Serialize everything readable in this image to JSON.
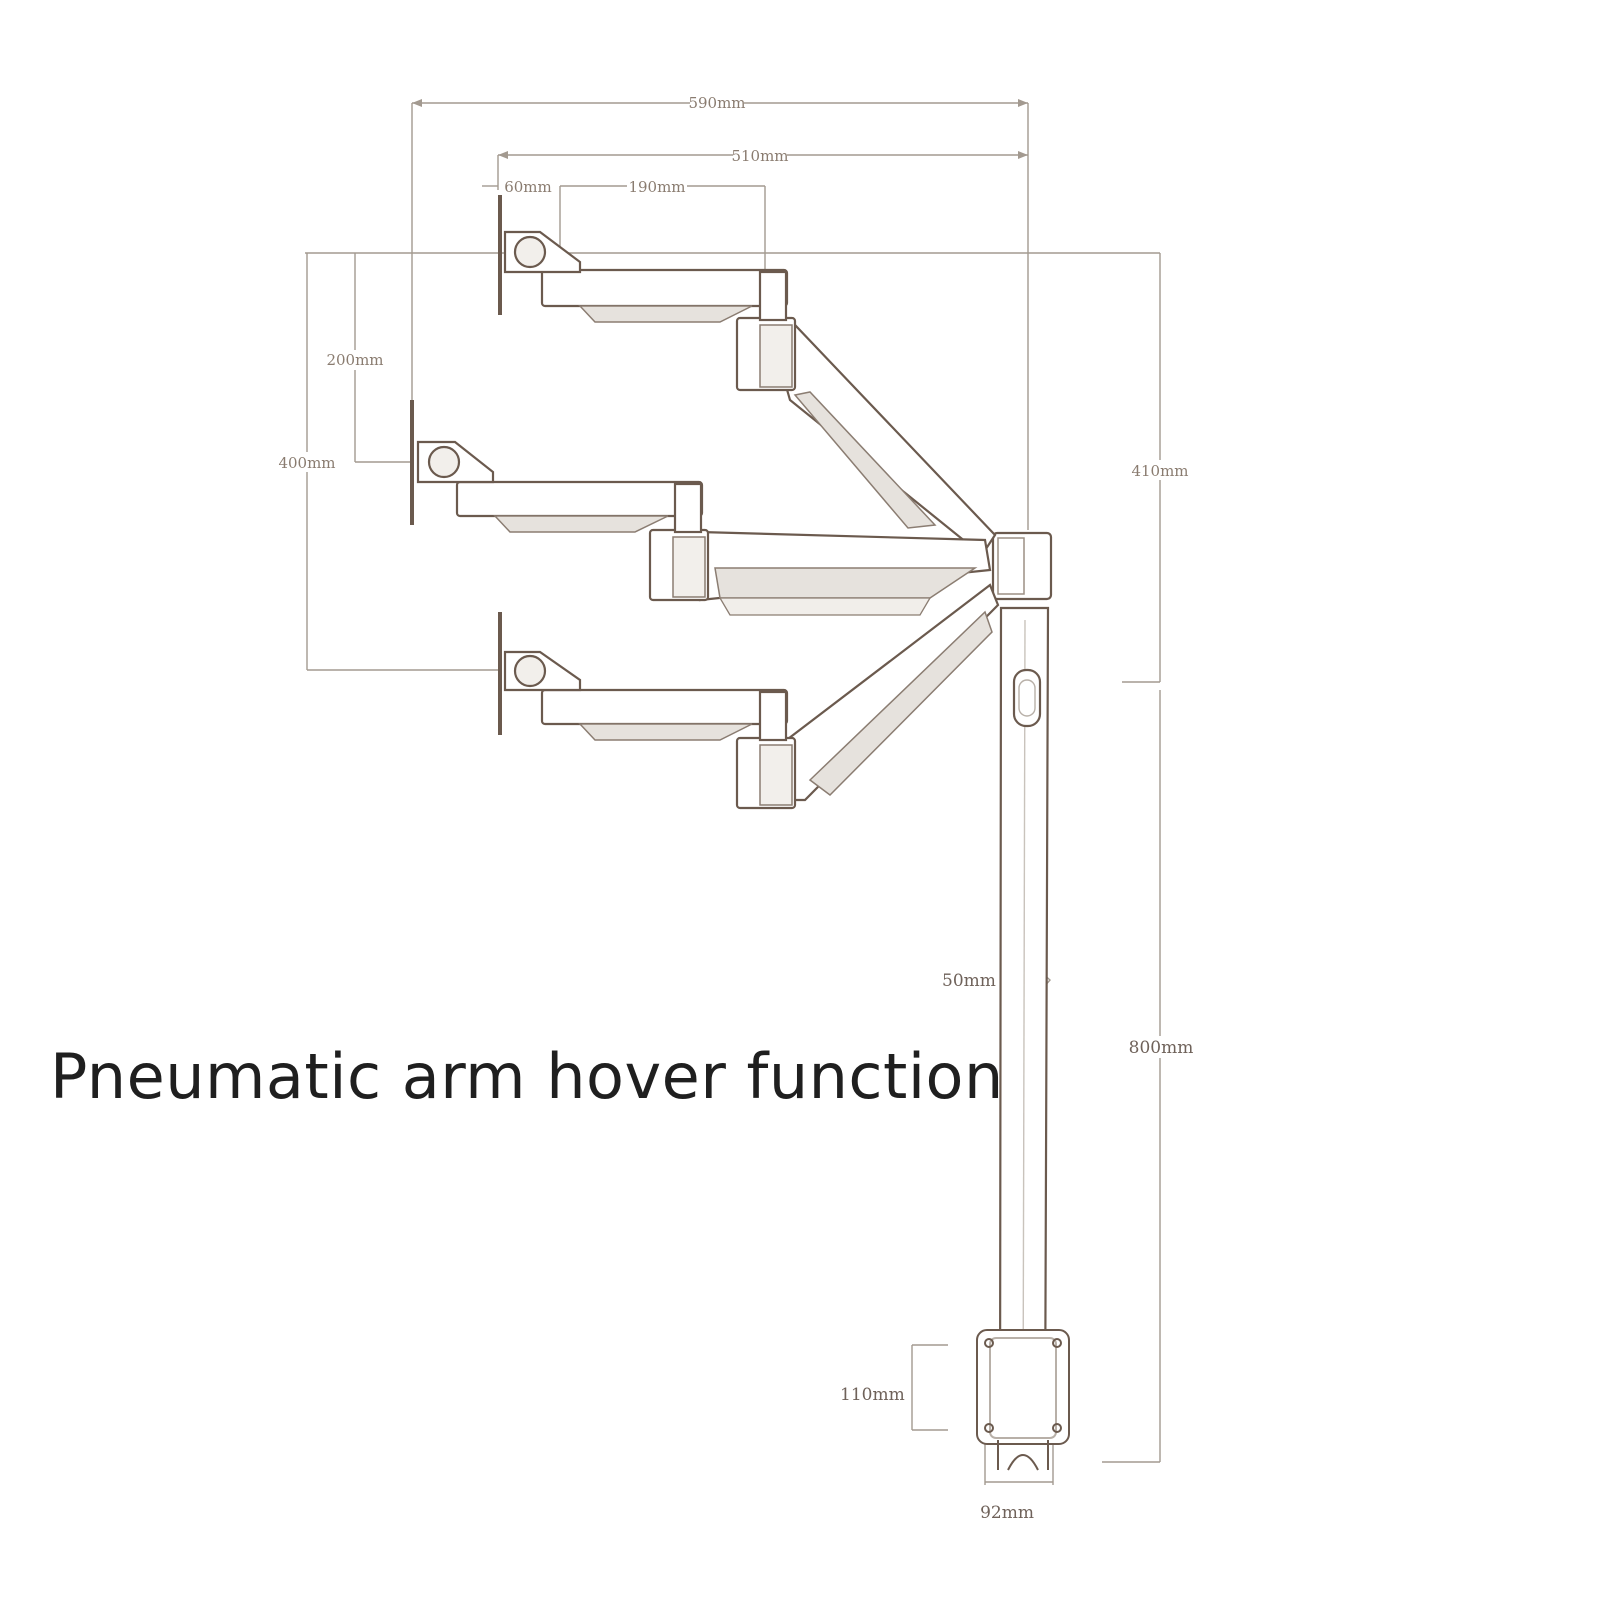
{
  "caption": "Pneumatic arm hover function",
  "dimensions": {
    "overall_reach": "590mm",
    "mid_reach": "510mm",
    "mount_offset": "60mm",
    "tray_width": "190mm",
    "vertical_step": "200mm",
    "vertical_range": "400mm",
    "upper_height": "410mm",
    "pole_height": "800mm",
    "pole_diameter": "50mm",
    "clamp_height": "110mm",
    "clamp_width": "92mm"
  },
  "colors": {
    "line": "#6b5a4e",
    "dim_line": "#a39a90",
    "shade": "#d8d4cf"
  }
}
